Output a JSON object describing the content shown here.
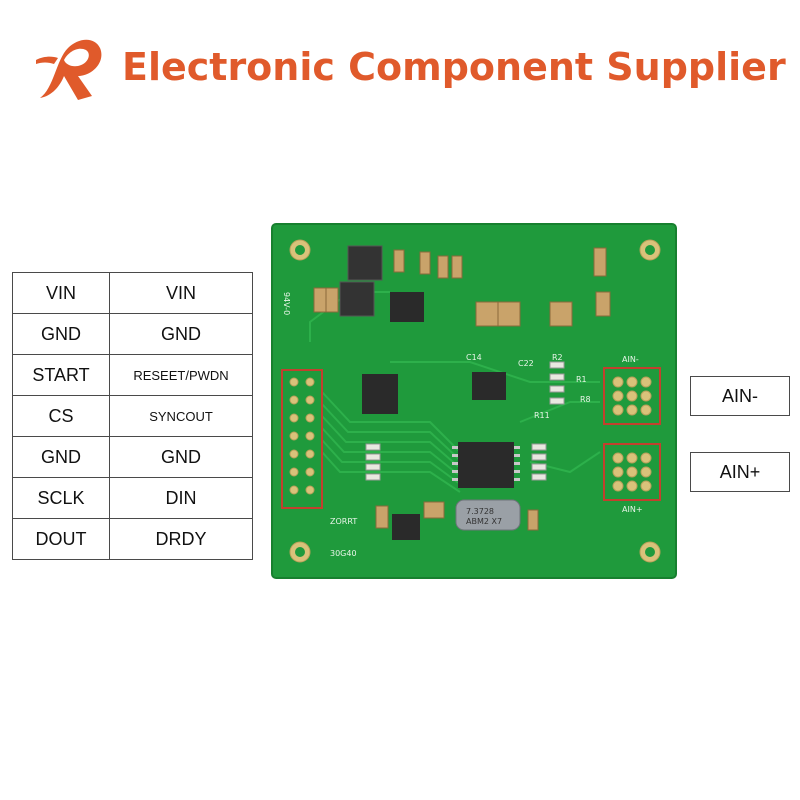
{
  "header": {
    "logo_icon": "r-letter-logo-icon",
    "title": "Electronic Component Supplier",
    "accent_color": "#e05a2b"
  },
  "pin_table": {
    "rows": [
      {
        "left": "VIN",
        "right": "VIN"
      },
      {
        "left": "GND",
        "right": "GND"
      },
      {
        "left": "START",
        "right": "RESEET/PWDN"
      },
      {
        "left": "CS",
        "right": "SYNCOUT"
      },
      {
        "left": "GND",
        "right": "GND"
      },
      {
        "left": "SCLK",
        "right": "DIN"
      },
      {
        "left": "DOUT",
        "right": "DRDY"
      }
    ]
  },
  "board": {
    "board_color": "#1f9a3c",
    "silkscreen": {
      "rating": "94V-0",
      "c14": "C14",
      "c22": "C22",
      "r2": "R2",
      "r1": "R1",
      "r8": "R8",
      "r11": "R11",
      "ain_minus_mark": "AIN-",
      "ain_plus_mark": "AIN+",
      "crystal": "7.3728",
      "crystal2": "ABM2 X7",
      "code": "30G40",
      "code2": "ZORRT"
    }
  },
  "labels": {
    "ain_minus": "AIN-",
    "ain_plus": "AIN+"
  }
}
